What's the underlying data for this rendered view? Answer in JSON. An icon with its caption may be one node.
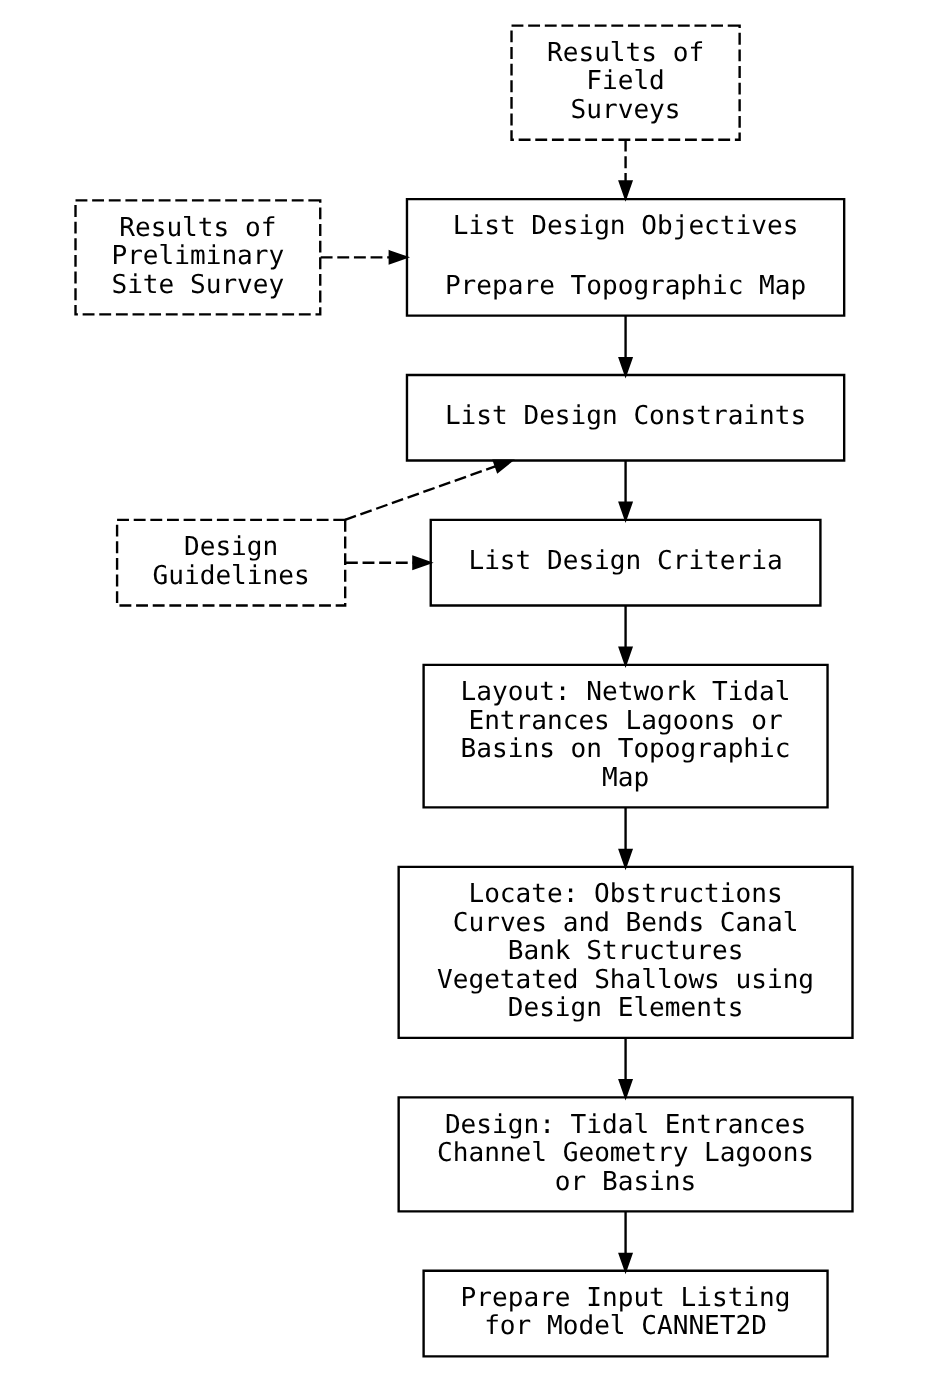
{
  "diagram": {
    "nodes": [
      {
        "text": [
          "Results of Preliminary Site Survey"
        ]
      },
      {
        "text": [
          "Results of Field Surveys"
        ]
      },
      {
        "text": [
          "Design Guidelines"
        ]
      },
      {
        "text": [
          "List Design Objectives",
          "Prepare Topographic Map"
        ]
      },
      {
        "text": [
          "List Design Constraints"
        ]
      },
      {
        "text": [
          "List Design Criteria"
        ]
      },
      {
        "text": [
          "Layout: Network Tidal Entrances Lagoons or Basins on Topographic Map"
        ]
      },
      {
        "text": [
          "Locate: Obstructions Curves and Bends Canal Bank Structures Vegetated Shallows using Design Elements"
        ]
      },
      {
        "text": [
          "Design: Tidal Entrances Channel Geometry Lagoons or Basins"
        ]
      },
      {
        "text": [
          "Prepare Input Listing for Model CANNET2D"
        ]
      }
    ],
    "edges": [
      {
        "from": 0,
        "to": 3,
        "arrow": "to",
        "style": "dashed"
      },
      {
        "from": 1,
        "to": 3,
        "arrow": "to",
        "style": "dashed"
      },
      {
        "from": 2,
        "to": 4,
        "arrow": "to",
        "style": "dashed"
      },
      {
        "from": 2,
        "to": 5,
        "arrow": "to",
        "style": "dashed"
      },
      {
        "from": 3,
        "to": 4,
        "arrow": "to"
      },
      {
        "from": 4,
        "to": 5,
        "arrow": "to"
      },
      {
        "from": 5,
        "to": 6,
        "arrow": "to"
      },
      {
        "from": 6,
        "to": 7,
        "arrow": "to"
      },
      {
        "from": 7,
        "to": 8,
        "arrow": "to"
      },
      {
        "from": 8,
        "to": 9,
        "arrow": "to"
      }
    ]
  }
}
